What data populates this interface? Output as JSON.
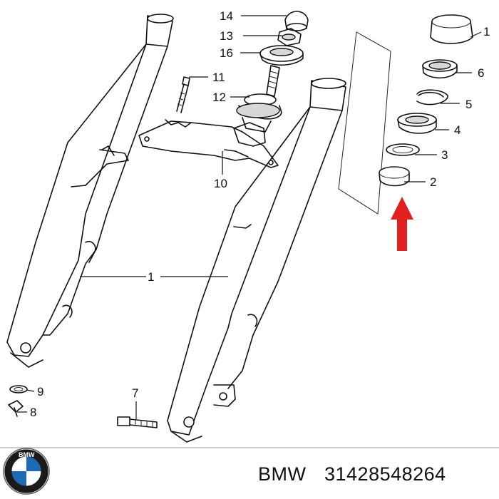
{
  "callouts": [
    {
      "id": "1a",
      "label": "1"
    },
    {
      "id": "1b",
      "label": "1"
    },
    {
      "id": "2",
      "label": "2"
    },
    {
      "id": "3",
      "label": "3"
    },
    {
      "id": "4",
      "label": "4"
    },
    {
      "id": "5",
      "label": "5"
    },
    {
      "id": "6",
      "label": "6"
    },
    {
      "id": "7",
      "label": "7"
    },
    {
      "id": "8",
      "label": "8"
    },
    {
      "id": "9",
      "label": "9"
    },
    {
      "id": "10",
      "label": "10"
    },
    {
      "id": "11",
      "label": "11"
    },
    {
      "id": "12",
      "label": "12"
    },
    {
      "id": "13",
      "label": "13"
    },
    {
      "id": "14",
      "label": "14"
    },
    {
      "id": "16",
      "label": "16"
    }
  ],
  "footer": {
    "brand": "BMW",
    "part_number": "31428548264",
    "logo_letters": "BMW"
  },
  "colors": {
    "highlight_arrow": "#e0201e",
    "logo_blue": "#1c69b4"
  }
}
